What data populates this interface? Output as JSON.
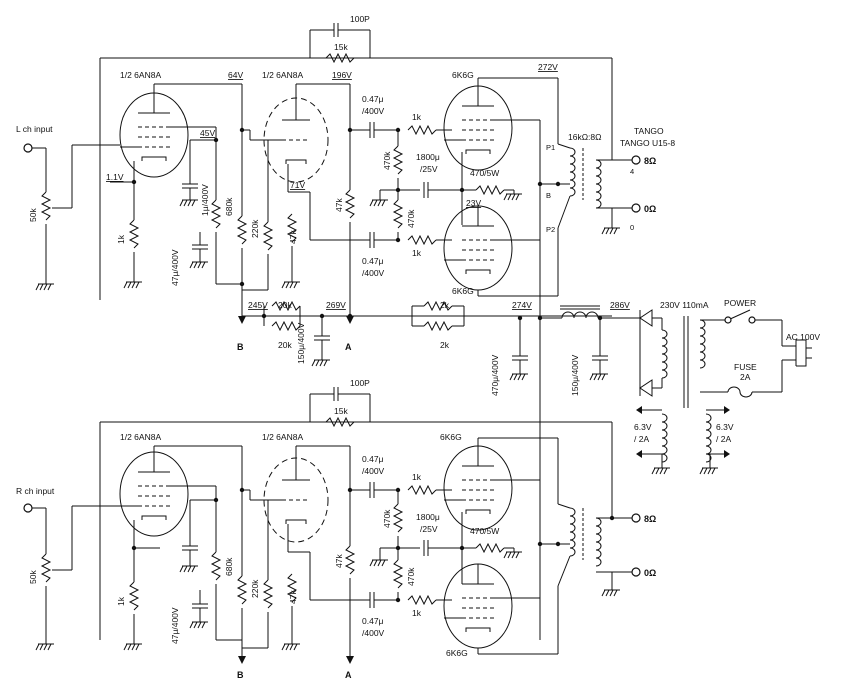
{
  "labels": {
    "cap_100p": "100P",
    "res_15k": "15k",
    "tube_6an8a": "1/2 6AN8A",
    "tube_6k6g": "6K6G",
    "v_64": "64V",
    "v_196": "196V",
    "v_272": "272V",
    "v_45": "45V",
    "v_11": "1.1V",
    "v_71": "71V",
    "v_23": "23V",
    "v_245": "245V",
    "v_269": "269V",
    "v_274": "274V",
    "v_286": "286V",
    "l_input": "L ch input",
    "r_input": "R ch input",
    "r_50k": "50k",
    "r_1k": "1k",
    "r_680k": "680k",
    "r_220k": "220k",
    "r_47k": "47k",
    "r_470k": "470k",
    "r_20k": "20k",
    "r_2k": "2k",
    "r_470_5w": "470/5W",
    "c_047": "0.47μ",
    "c_400v": "/400V",
    "c_1800": "1800μ",
    "c_25v": "/25V",
    "c_1u": "1μ/400V",
    "c_47u": "47μ/400V",
    "c_150u": "150μ/400V",
    "c_470u": "470μ/400V",
    "out_tx": "16kΩ:8Ω",
    "tango": "TANGO",
    "tango_model": "TANGO U15-8",
    "tap_8": "8Ω",
    "tap_0": "0Ω",
    "pin_p1": "P1",
    "pin_p2": "P2",
    "pin_b": "B",
    "pin_4": "4",
    "pin_0": "0",
    "power_tx": "230V 110mA",
    "power": "POWER",
    "ac": "AC 100V",
    "fuse": "FUSE",
    "fuse_rating": "2A",
    "heater_v": "6.3V",
    "heater_a": "/ 2A",
    "node_a": "A",
    "node_b": "B"
  }
}
